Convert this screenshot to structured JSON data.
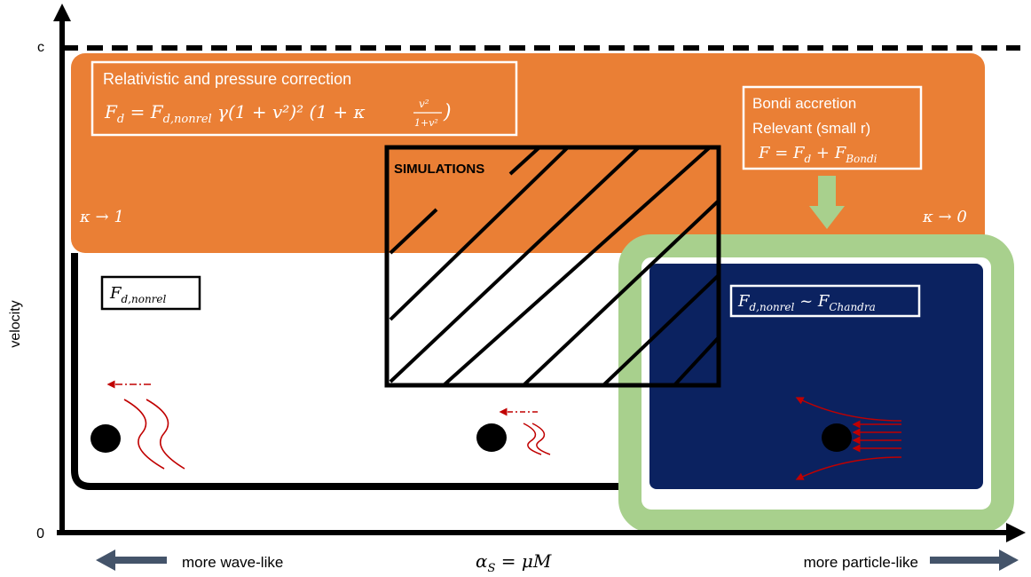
{
  "axes": {
    "y_label": "velocity",
    "y_tick_top": "c",
    "y_tick_bottom": "0",
    "x_label_math": "α",
    "x_label_sub": "S",
    "x_label_rest": " = μM",
    "left_arrow_label": "more wave-like",
    "right_arrow_label": "more particle-like"
  },
  "relativistic_box": {
    "title": "Relativistic and pressure correction",
    "formula_lhs": "F",
    "formula_lhs_sub": "d",
    "formula_eq": " = ",
    "formula_f": "F",
    "formula_f_sub": "d,nonrel",
    "formula_rest": " γ(1 + v²)² (1 + κ",
    "frac_num": "v²",
    "frac_den": "1+v²",
    "formula_close": ")"
  },
  "bondi_box": {
    "line1": "Bondi accretion",
    "line2": "Relevant (small r)",
    "formula_f": "F = F",
    "formula_sub1": "d",
    "formula_plus": " + F",
    "formula_sub2": "Bondi"
  },
  "simulations_label": "SIMULATIONS",
  "kappa_left": "κ → 1",
  "kappa_right": "κ → 0",
  "nonrel_box": {
    "main": "F",
    "sub": "d,nonrel"
  },
  "chandra_box": {
    "main1": "F",
    "sub1": "d,nonrel",
    "tilde": " ~ F",
    "sub2": "Chandra"
  },
  "colors": {
    "orange": "#EA7F35",
    "navy": "#0B2260",
    "green": "#A8D08D",
    "dark_red": "#C00000",
    "arrow_gray": "#44546A"
  }
}
